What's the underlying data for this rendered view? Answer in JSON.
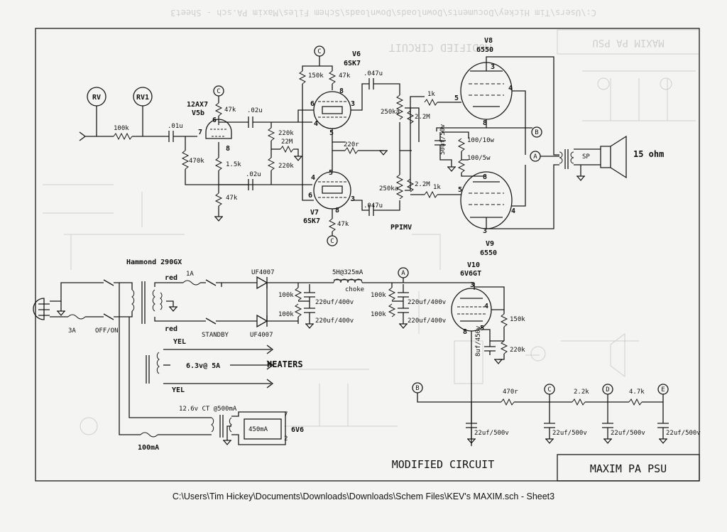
{
  "faint_header": "C:\\Users\\Tim Hickey\\Documents\\Downloads\\Downloads\\Schem Files\\Maxim PA.sch - Sheet3",
  "faint_title": "MODIFIED CIRCUIT",
  "faint_box_title": "MAXIM PA PSU",
  "labels": {
    "rv": "RV",
    "rv1": "RV1",
    "v5_type": "12AX7",
    "v5": "V5b",
    "v6": "V6",
    "v6_type": "6SK7",
    "v7": "V7",
    "v7_type": "6SK7",
    "v8": "V8",
    "v8_type": "6550",
    "v9": "V9",
    "v9_type": "6550",
    "v10": "V10",
    "v10_type": "6V6GT",
    "r_100k": "100k",
    "c_01u": ".01u",
    "r_470k": "470k",
    "r_47k_a": "47k",
    "c_02u_a": ".02u",
    "r_1_5k": "1.5k",
    "c_02u_b": ".02u",
    "r_47k_b": "47k",
    "r_220k_a": "220k",
    "r_22m": "22M",
    "r_220k_b": "220k",
    "r_150k_a": "150k",
    "r_47k_c": "47k",
    "r_47k_d": "47k",
    "c_047u_a": ".047u",
    "c_047u_b": ".047u",
    "r_220r": "220r",
    "pot_250ka_a": "250ka",
    "pot_250ka_b": "250ka",
    "r_2_2m_a": "2.2M",
    "r_2_2m_b": "2.2M",
    "r_1k_a": "1k",
    "r_1k_b": "1k",
    "c_50uf": "50uf/50v",
    "r_100_10w": "100/10w",
    "r_100_5w": "100/5w",
    "ppimv": "PPIMV",
    "sp": "SP",
    "ohm": "15 ohm",
    "hammond": "Hammond 290GX",
    "red_a": "red",
    "red_b": "red",
    "fuse_1a": "1A",
    "fuse_3a": "3A",
    "off_on": "OFF/ON",
    "standby": "STANDBY",
    "uf_a": "UF4007",
    "uf_b": "UF4007",
    "choke": "5H@325mA",
    "choke_word": "choke",
    "r_100k_p1": "100k",
    "r_100k_p2": "100k",
    "r_100k_p3": "100k",
    "r_100k_p4": "100k",
    "c_220_a": "220uf/400v",
    "c_220_b": "220uf/400v",
    "c_220_c": "220uf/400v",
    "c_220_d": "220uf/400v",
    "yel_a": "YEL",
    "yel_b": "YEL",
    "heat_rating": "6.3v@ 5A",
    "heaters": "HEATERS",
    "ct": "12.6v CT @500mA",
    "r_450m": "450mA",
    "v6v6": "6V6",
    "pin7": "7",
    "pin2": "2",
    "fuse_100ma": "100mA",
    "r_150k_b": "150k",
    "r_220k_c": "220k",
    "c_8uf": "8uf/450v",
    "r_470r": "470r",
    "r_2_2k": "2.2k",
    "r_4_7k": "4.7k",
    "c_22_a": "22uf/500v",
    "c_22_b": "22uf/500v",
    "c_22_c": "22uf/500v",
    "c_22_d": "22uf/500v",
    "node_a": "A",
    "node_b": "B",
    "node_c": "C",
    "node_d": "D",
    "node_e": "E",
    "modified_circuit": "MODIFIED CIRCUIT",
    "title_box": "MAXIM PA PSU"
  },
  "pins": {
    "v5_6": "6",
    "v5_7": "7",
    "v5_8": "8",
    "v6_8": "8",
    "v6_6": "6",
    "v6_3": "3",
    "v6_4": "4",
    "v6_5": "5",
    "v7_4": "4",
    "v7_6": "6",
    "v7_3": "3",
    "v7_5": "5",
    "v7_8": "8",
    "v8_3": "3",
    "v8_5": "5",
    "v8_4": "4",
    "v8_8": "8",
    "v9_8": "8",
    "v9_5": "5",
    "v9_4": "4",
    "v9_3": "3",
    "v10_3": "3",
    "v10_4": "4",
    "v10_5": "5",
    "v10_8": "8"
  },
  "footer": "C:\\Users\\Tim Hickey\\Documents\\Downloads\\Downloads\\Schem Files\\KEV's MAXIM.sch  -  Sheet3"
}
